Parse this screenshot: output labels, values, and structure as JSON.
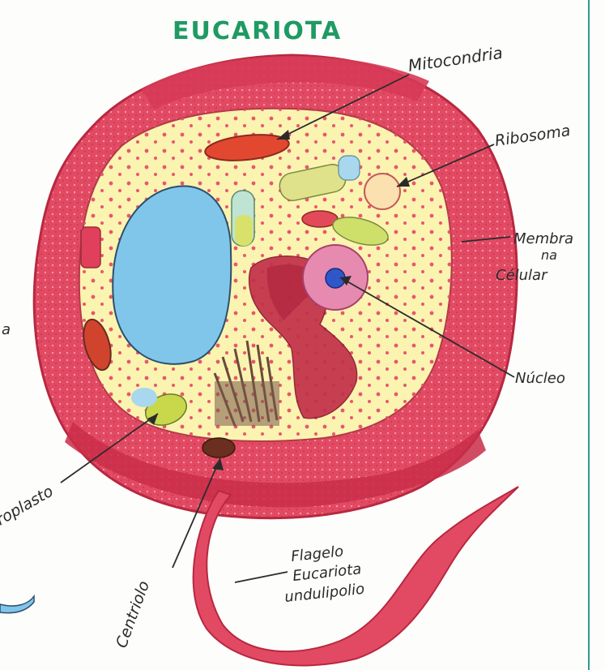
{
  "title": "EUCARIOTA",
  "labels": {
    "mitocondria": "Mitocondria",
    "ribosoma": "Ribosoma",
    "membrana_1": "Membra",
    "membrana_2": "na",
    "membrana_3": "Célular",
    "nucleo": "Núcleo",
    "flagelo_1": "Flagelo",
    "flagelo_2": "Eucariota",
    "flagelo_3": "undulipolio",
    "centriolo": "Centriolo",
    "cloroplasto": "roplasto",
    "cut_left": "a"
  },
  "colors": {
    "title": "#1f9a63",
    "membrane": "#e24a64",
    "cytoplasm": "#fbf3b0",
    "vacuole": "#7fc6ea",
    "mitochondria": "#e2482f",
    "chloroplast": "#c9d84a",
    "golgi": "#c2304a",
    "nucleus": "#2f57c8",
    "centriole": "#6a2f1e",
    "ink": "#2b2b2b"
  }
}
